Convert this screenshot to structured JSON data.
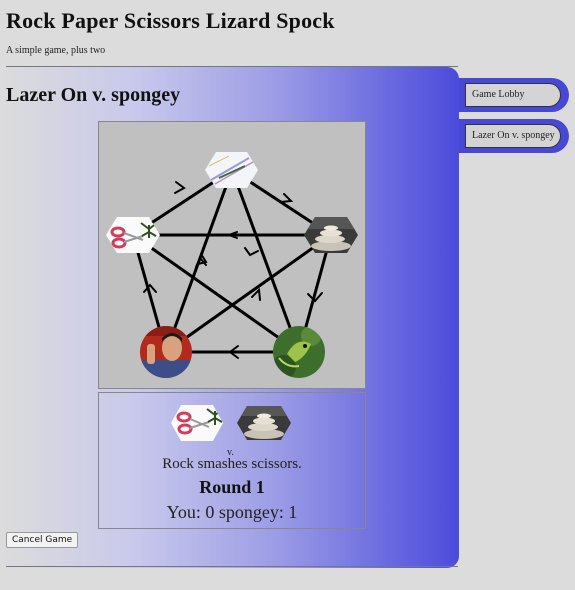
{
  "site": {
    "title": "Rock Paper Scissors Lizard Spock",
    "subtitle": "A simple game, plus two"
  },
  "match": {
    "title": "Lazer On v. spongey",
    "result_vs": "v.",
    "result_text": "Rock smashes scissors.",
    "round": "Round 1",
    "score": "You: 0 spongey: 1",
    "player_choice": "scissors",
    "opponent_choice": "rock"
  },
  "board": {
    "moves": [
      "paper",
      "rock",
      "lizard",
      "spock",
      "scissors"
    ]
  },
  "buttons": {
    "cancel": "Cancel Game"
  },
  "tabs": [
    {
      "label": "Game Lobby"
    },
    {
      "label": "Lazer On v. spongey"
    }
  ],
  "colors": {
    "panel_accent": "#4b4bdc",
    "board_bg": "#c0c0c0"
  }
}
